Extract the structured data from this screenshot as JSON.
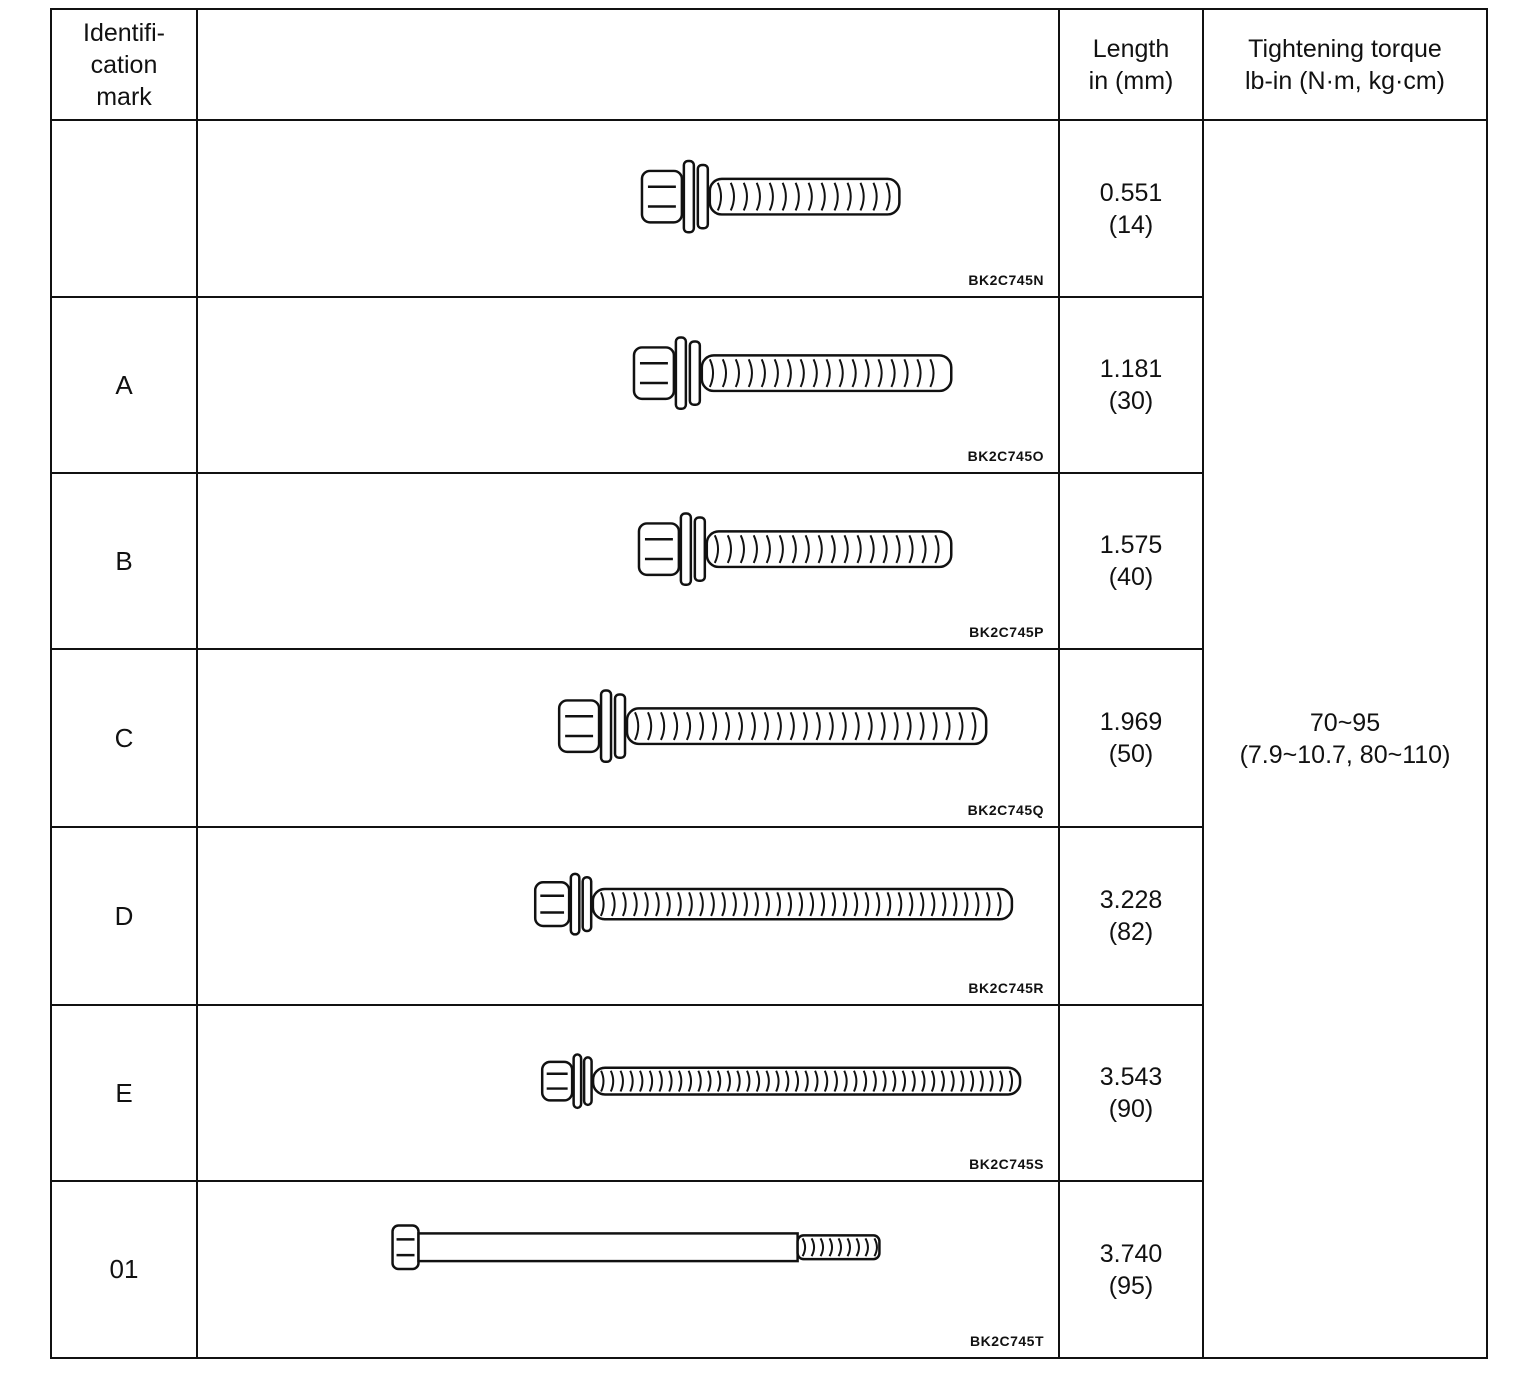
{
  "header": {
    "identification_mark": [
      "Identifi-",
      "cation",
      "mark"
    ],
    "image_column": "",
    "length": [
      "Length",
      "in (mm)"
    ],
    "torque": [
      "Tightening torque",
      "lb-in (N·m, kg·cm)"
    ]
  },
  "torque_value": [
    "70~95",
    "(7.9~10.7, 80~110)"
  ],
  "rows": [
    {
      "mark": "",
      "length_in": "0.551",
      "length_mm": "(14)",
      "image_code": "BK2C745N",
      "bolt_icon": "flange-bolt-icon"
    },
    {
      "mark": "A",
      "length_in": "1.181",
      "length_mm": "(30)",
      "image_code": "BK2C745O",
      "bolt_icon": "flange-bolt-icon"
    },
    {
      "mark": "B",
      "length_in": "1.575",
      "length_mm": "(40)",
      "image_code": "BK2C745P",
      "bolt_icon": "flange-bolt-icon"
    },
    {
      "mark": "C",
      "length_in": "1.969",
      "length_mm": "(50)",
      "image_code": "BK2C745Q",
      "bolt_icon": "flange-bolt-icon"
    },
    {
      "mark": "D",
      "length_in": "3.228",
      "length_mm": "(82)",
      "image_code": "BK2C745R",
      "bolt_icon": "flange-bolt-icon"
    },
    {
      "mark": "E",
      "length_in": "3.543",
      "length_mm": "(90)",
      "image_code": "BK2C745S",
      "bolt_icon": "flange-bolt-icon"
    },
    {
      "mark": "01",
      "length_in": "3.740",
      "length_mm": "(95)",
      "image_code": "BK2C745T",
      "bolt_icon": "hex-bolt-partial-thread-icon"
    }
  ]
}
